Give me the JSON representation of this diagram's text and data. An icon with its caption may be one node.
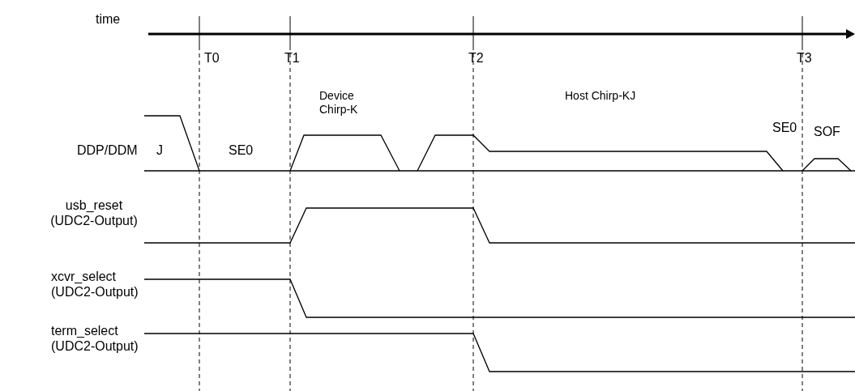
{
  "diagram": {
    "labels": [
      "time",
      "T0",
      "T1",
      "T2",
      "T3",
      "Device Chirp-K",
      "Host Chirp-KJ",
      "DDP/DDM",
      "J",
      "SE0",
      "SE0",
      "SOF",
      "usb_reset (UDC2-Output)",
      "xcvr_select (UDC2-Output)",
      "term_select (UDC2-Output)"
    ]
  }
}
